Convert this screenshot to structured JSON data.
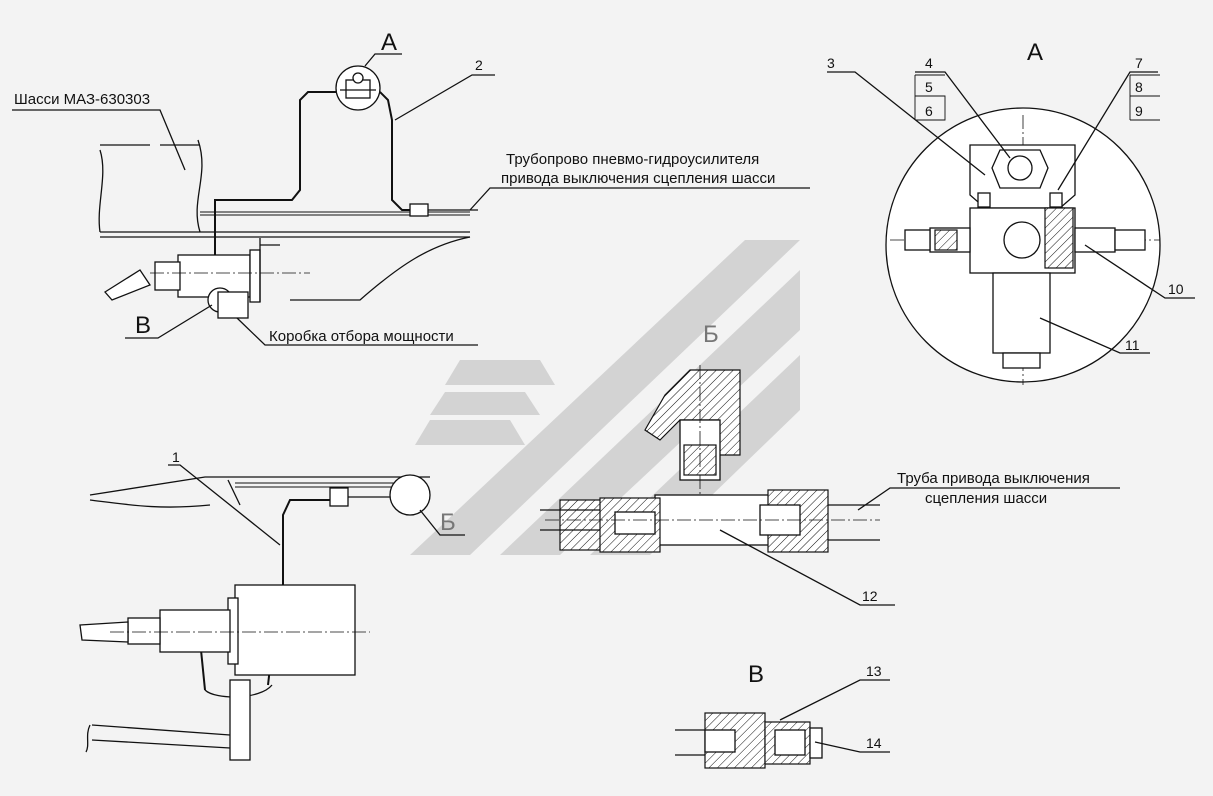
{
  "labels": {
    "chassis": "Шасси МАЗ-630303",
    "pipeline_line1": "Трубопрово пневмо-гидроусилителя",
    "pipeline_line2": "привода выключения сцепления шасси",
    "pto": "Коробка отбора мощности",
    "tube_line1": "Труба привода выключения",
    "tube_line2": "сцепления шасси"
  },
  "view_letters": {
    "a_callout": "А",
    "a_title": "А",
    "b_callout": "Б",
    "b_title": "Б",
    "v_callout": "В",
    "v_title": "В"
  },
  "positions": {
    "p1": "1",
    "p2": "2",
    "p3": "3",
    "p4": "4",
    "p5": "5",
    "p6": "6",
    "p7": "7",
    "p8": "8",
    "p9": "9",
    "p10": "10",
    "p11": "11",
    "p12": "12",
    "p13": "13",
    "p14": "14"
  }
}
